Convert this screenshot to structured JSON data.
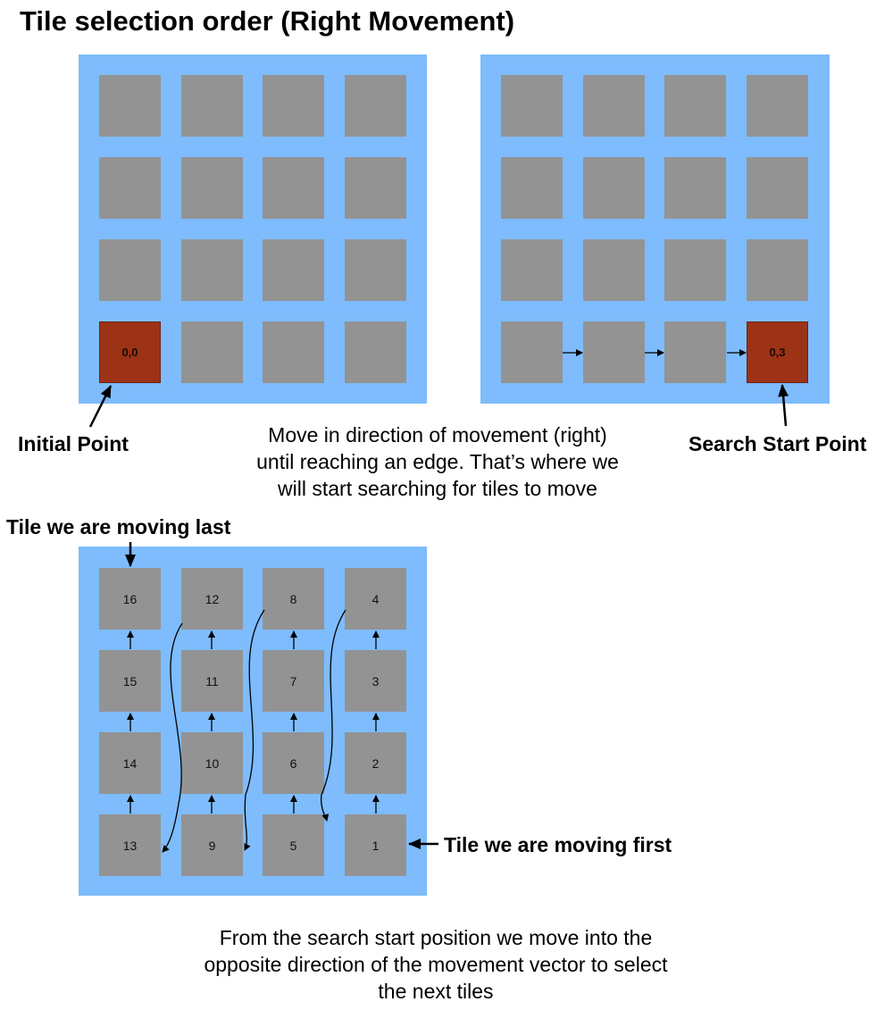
{
  "title": "Tile selection order (Right Movement)",
  "colors": {
    "board": "#7ebcfd",
    "tile": "#939393",
    "highlight_tile": "#9c3216",
    "arrow": "#000000"
  },
  "diagrams": {
    "initial": {
      "highlight_label": "0,0",
      "callout": "Initial Point"
    },
    "search_start": {
      "highlight_label": "0,3",
      "callout": "Search Start Point"
    },
    "caption_top": "Move in direction of movement (right)\nuntil reaching an edge. That’s where we\nwill start searching for tiles to move",
    "order": {
      "callout_last": "Tile we are moving last",
      "callout_first": "Tile we are moving first",
      "rows": [
        [
          "16",
          "12",
          "8",
          "4"
        ],
        [
          "15",
          "11",
          "7",
          "3"
        ],
        [
          "14",
          "10",
          "6",
          "2"
        ],
        [
          "13",
          "9",
          "5",
          "1"
        ]
      ]
    },
    "caption_bottom": "From the search start position we move into the\nopposite direction of the movement vector to select\nthe next tiles"
  }
}
